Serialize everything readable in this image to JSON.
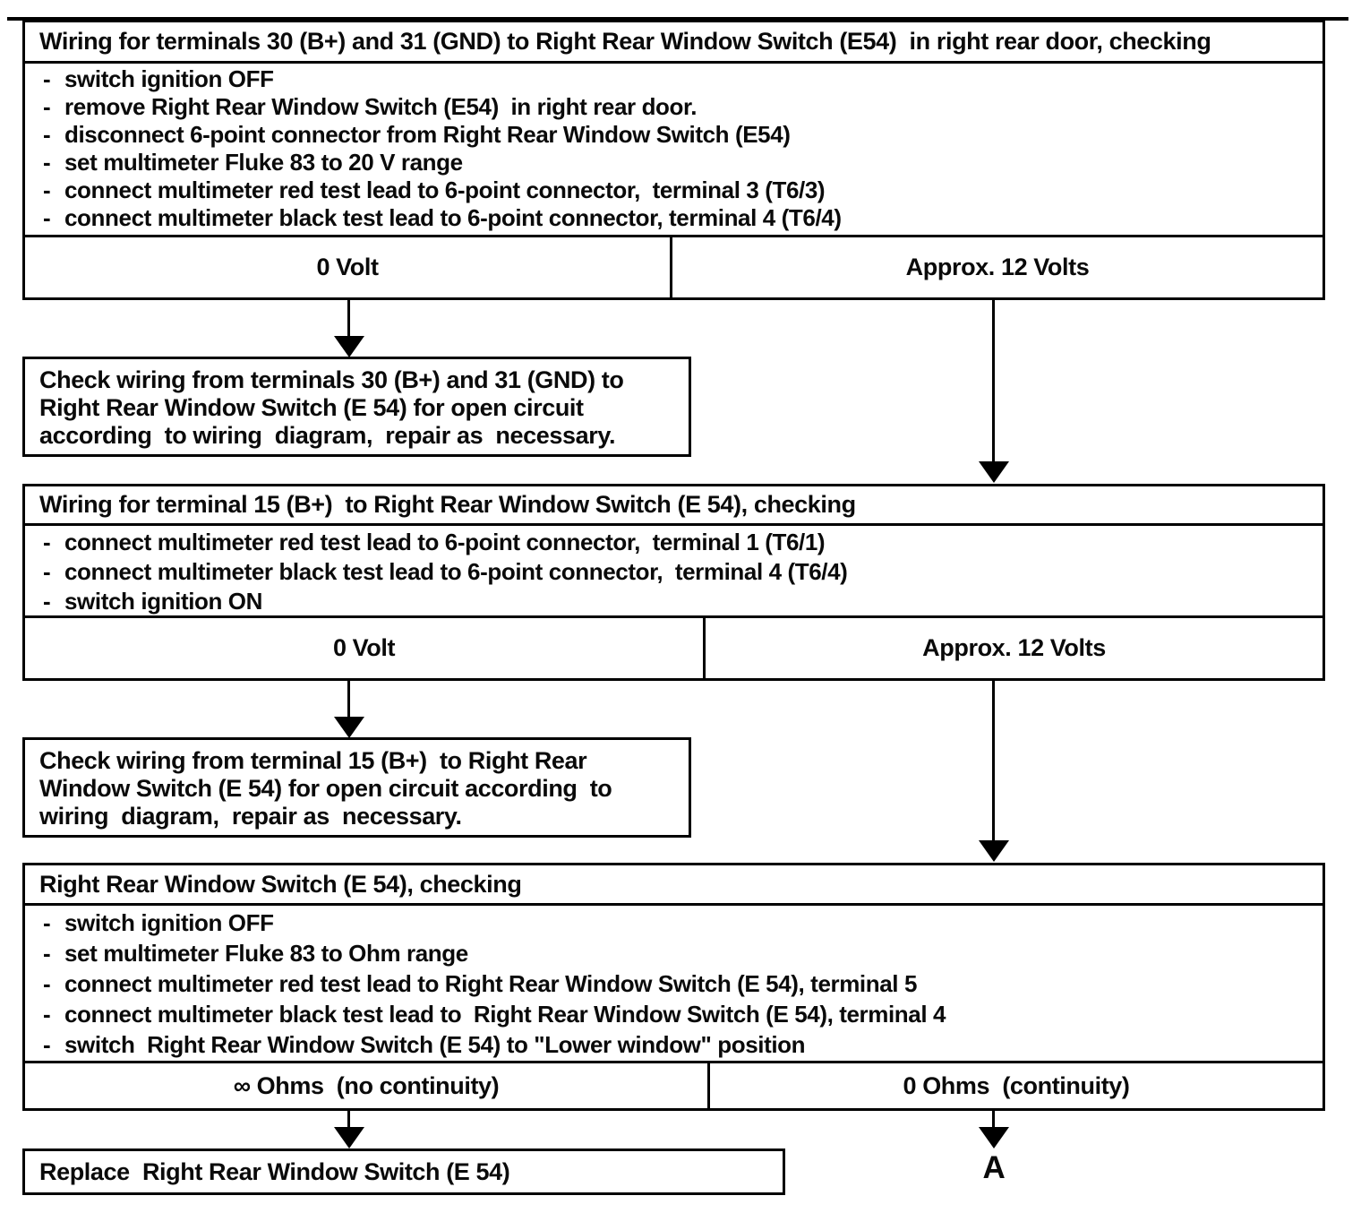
{
  "page": {
    "paper_color": "#ffffff",
    "ink_color": "#000000"
  },
  "flowchart": {
    "blocks": [
      {
        "header": "Wiring for terminals 30 (B+) and 31 (GND) to Right Rear Window Switch (E54)  in right rear door, checking",
        "items": [
          "switch ignition OFF",
          "remove Right Rear Window Switch (E54)  in right rear door.",
          "disconnect 6-point connector from Right Rear Window Switch (E54)",
          "set multimeter Fluke 83 to 20 V range",
          "connect multimeter red test lead to 6-point connector,  terminal 3 (T6/3)",
          "connect multimeter black test lead to 6-point connector, terminal 4 (T6/4)"
        ],
        "results": {
          "left": "0 Volt",
          "right": "Approx. 12 Volts"
        }
      },
      {
        "header": "Wiring for terminal 15 (B+)  to Right Rear Window Switch (E 54), checking",
        "items": [
          "connect multimeter red test lead to 6-point connector,  terminal 1 (T6/1)",
          "connect multimeter black test lead to 6-point connector,  terminal 4 (T6/4)",
          "switch ignition ON"
        ],
        "results": {
          "left": "0 Volt",
          "right": "Approx. 12 Volts"
        }
      },
      {
        "header": "Right Rear Window Switch (E 54), checking",
        "items": [
          "switch ignition OFF",
          "set multimeter Fluke 83 to Ohm range",
          "connect multimeter red test lead to Right Rear Window Switch (E 54), terminal 5",
          "connect multimeter black test lead to  Right Rear Window Switch (E 54), terminal 4",
          "switch  Right Rear Window Switch (E 54) to \"Lower window\" position"
        ],
        "results": {
          "left": "∞ Ohms  (no continuity)",
          "right": "0 Ohms  (continuity)"
        }
      }
    ],
    "action_boxes": [
      {
        "lines": [
          "Check wiring from terminals 30 (B+) and 31 (GND) to",
          "Right Rear Window Switch (E 54) for open circuit",
          "according  to wiring  diagram,  repair as  necessary."
        ]
      },
      {
        "lines": [
          "Check wiring from terminal 15 (B+)  to Right Rear",
          "Window Switch (E 54) for open circuit according  to",
          "wiring  diagram,  repair as  necessary."
        ]
      },
      {
        "lines": [
          "Replace  Right Rear Window Switch (E 54)"
        ]
      }
    ],
    "connector_label": "A"
  }
}
